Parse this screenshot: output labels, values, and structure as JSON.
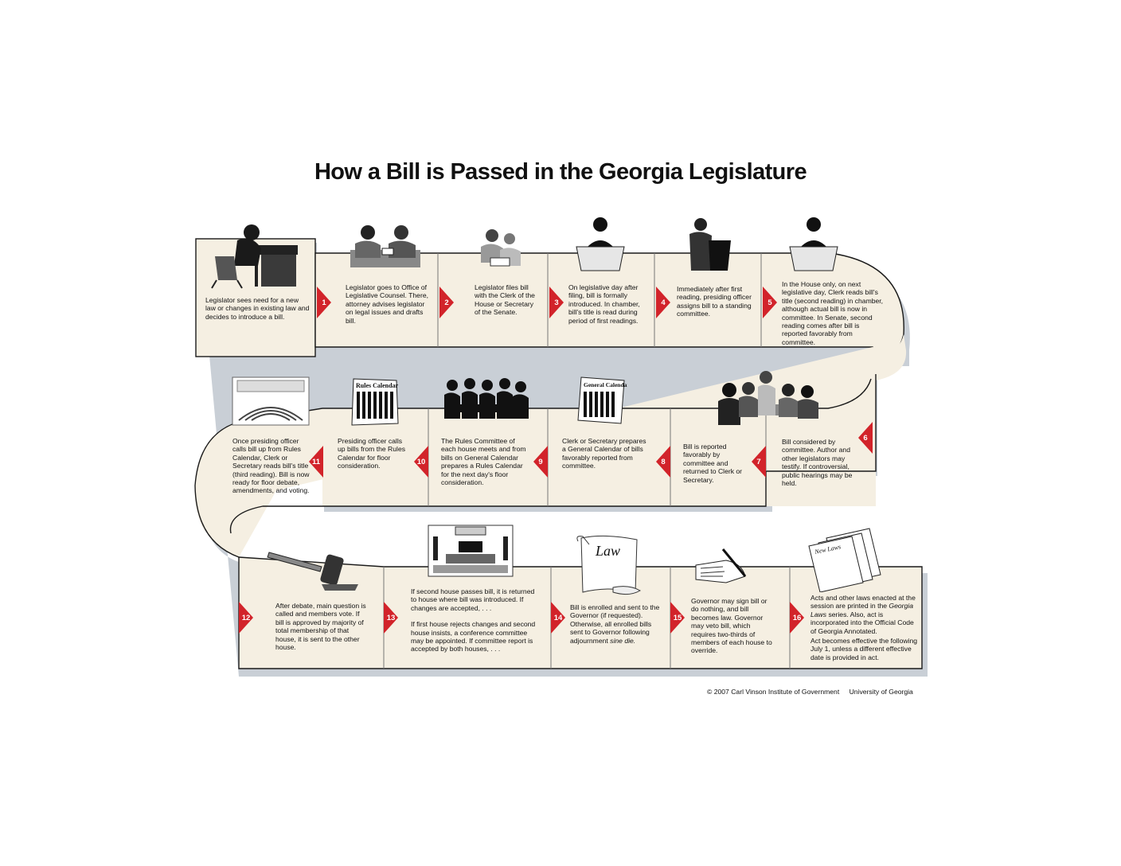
{
  "title": "How a Bill is Passed in the Georgia Legislature",
  "colors": {
    "ribbon_fill": "#f5efe2",
    "ribbon_shadow": "#c9cfd6",
    "step_marker": "#d2232a",
    "outline": "#1a1a1a"
  },
  "steps": [
    {
      "label": "",
      "text": "Legislator sees need for a new law or changes in existing law and decides to introduce a bill.",
      "icon": "legislator-at-desk-icon"
    },
    {
      "label": "1",
      "text": "Legislator goes to Office of Legislative Counsel. There, attorney advises legislator on legal issues and drafts bill.",
      "icon": "counsel-meeting-icon"
    },
    {
      "label": "2",
      "text": "Legislator files bill with the Clerk of the House or Secretary of the Senate.",
      "icon": "filing-clerk-icon"
    },
    {
      "label": "3",
      "text": "On legislative day after filing, bill is formally introduced.  In chamber, bill's title is read during period of first readings.",
      "icon": "chamber-podium-icon"
    },
    {
      "label": "4",
      "text": "Immediately after first reading, presiding officer assigns bill to a standing committee.",
      "icon": "presiding-officer-icon"
    },
    {
      "label": "5",
      "text": "In the House only, on next legislative day, Clerk reads bill's title (second reading) in chamber, although actual bill is now in committee.  In Senate, second reading comes after bill is reported favorably from committee.",
      "icon": "clerk-podium-icon"
    },
    {
      "label": "6",
      "text": "Bill considered by committee.  Author and other legislators may testify.  If controversial, public hearings may be held.",
      "icon": "committee-hearing-icon"
    },
    {
      "label": "7",
      "text": "Bill is reported favorably by committee and returned to Clerk or Secretary.",
      "icon": ""
    },
    {
      "label": "8",
      "text": "Clerk or Secretary prepares a General Calendar of bills favorably reported from committee.",
      "icon": "general-calendar-icon"
    },
    {
      "label": "9",
      "text": "The Rules Committee of each house meets and from bills on General Calendar prepares a Rules Calendar for the next day's floor consideration.",
      "icon": "rules-committee-icon"
    },
    {
      "label": "10",
      "text": "Presiding officer calls up bills from the Rules Calendar for floor consideration.",
      "icon": "rules-calendar-icon"
    },
    {
      "label": "11",
      "text": "Once presiding officer calls bill up from Rules Calendar, Clerk or Secretary reads bill's title (third reading). Bill is now ready for floor debate, amendments, and voting.",
      "icon": "legislative-chamber-icon"
    },
    {
      "label": "12",
      "text": "After debate, main question is called and members vote. If bill is approved by majority of total membership of that house, it is sent to the other house.",
      "icon": "gavel-icon"
    },
    {
      "label": "13",
      "text": "If second house  passes bill, it is returned to house where bill was introduced.  If changes are accepted, . . .",
      "text2": "If first house rejects changes and second house insists, a conference committee may be appointed.  If committee report is accepted by both houses, . . .",
      "icon": "capitol-chamber-icon"
    },
    {
      "label": "14",
      "text": "Bill is enrolled and sent to the Governor (if requested). Otherwise, all enrolled bills sent to Governor following adjournment ",
      "text_italic": "sine die.",
      "icon": "law-scroll-icon",
      "icon_text": "Law"
    },
    {
      "label": "15",
      "text": "Governor may sign bill or do nothing, and bill becomes law.  Governor may veto bill, which requires two-thirds of members of each house to override.",
      "icon": "signing-pen-icon"
    },
    {
      "label": "16",
      "text_before": "Acts and other laws enacted at the session are printed in the ",
      "text_italic": "Georgia Laws",
      "text_after": " series. Also, act is incorporated into the Official Code of Georgia Annotated.",
      "text2": "Act becomes effective the following July 1, unless a different effective date is provided in act.",
      "icon": "new-laws-pages-icon",
      "icon_text": "New Laws"
    }
  ],
  "calendar_labels": {
    "rules": "Rules Calendar",
    "general": "General Calendar"
  },
  "footer": {
    "copyright": "© 2007 Carl Vinson Institute of Government",
    "university": "University of Georgia"
  }
}
